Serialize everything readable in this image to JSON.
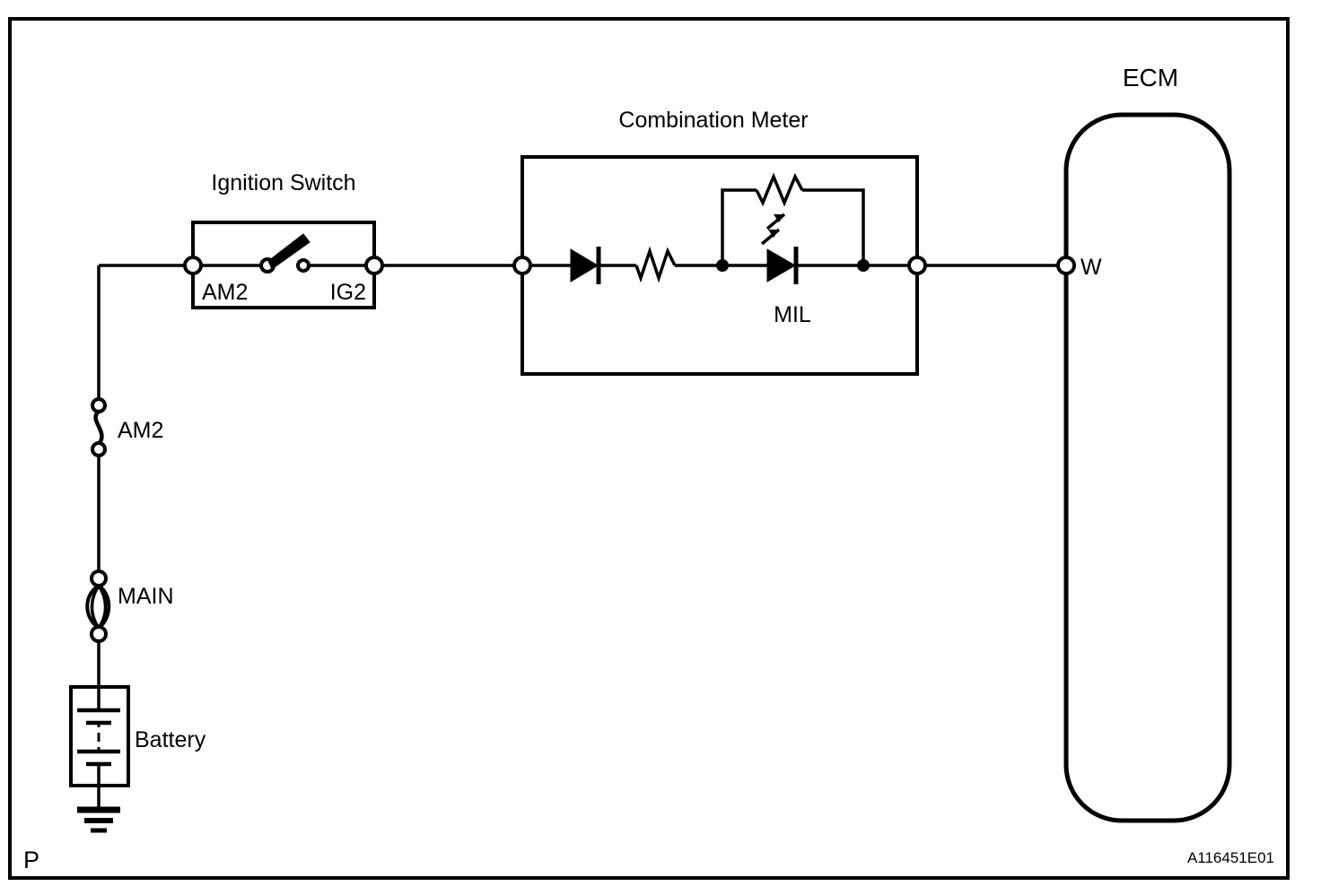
{
  "diagram": {
    "kind": "automotive-wiring-diagram",
    "figure_code": "A116451E01",
    "page_marker": "P",
    "frame_color": "#000000",
    "background_color": "#ffffff",
    "line_color": "#000000"
  },
  "labels": {
    "ignition_switch": "Ignition Switch",
    "combination_meter": "Combination Meter",
    "ecm": "ECM",
    "mil": "MIL",
    "battery": "Battery",
    "fuse_am2": "AM2",
    "fuse_main": "MAIN",
    "terminal_am2": "AM2",
    "terminal_ig2": "IG2",
    "terminal_w": "W"
  },
  "components": [
    {
      "name": "battery",
      "type": "battery",
      "label": "Battery",
      "grounded": true
    },
    {
      "name": "main-fusible-link",
      "type": "fusible-link",
      "label": "MAIN"
    },
    {
      "name": "am2-fuse",
      "type": "fuse",
      "label": "AM2"
    },
    {
      "name": "ignition-switch",
      "type": "switch",
      "label": "Ignition Switch",
      "terminals": [
        "AM2",
        "IG2"
      ],
      "state": "open"
    },
    {
      "name": "combination-meter",
      "type": "module",
      "label": "Combination Meter",
      "contents": [
        "diode",
        "resistor",
        "mil-led",
        "parallel-resistor"
      ]
    },
    {
      "name": "mil-indicator",
      "type": "led",
      "label": "MIL"
    },
    {
      "name": "ecm",
      "type": "module",
      "label": "ECM",
      "terminals": [
        "W"
      ]
    }
  ],
  "connections": [
    {
      "from": "battery",
      "to": "main-fusible-link"
    },
    {
      "from": "main-fusible-link",
      "to": "am2-fuse"
    },
    {
      "from": "am2-fuse",
      "to": "ignition-switch.AM2"
    },
    {
      "from": "ignition-switch.IG2",
      "to": "combination-meter"
    },
    {
      "from": "combination-meter",
      "to": "ecm.W"
    }
  ],
  "icons": {
    "diode": "diode-icon",
    "resistor": "resistor-icon",
    "led": "led-icon",
    "ground": "ground-icon",
    "connector": "connector-circle-icon",
    "junction": "junction-dot-icon"
  }
}
